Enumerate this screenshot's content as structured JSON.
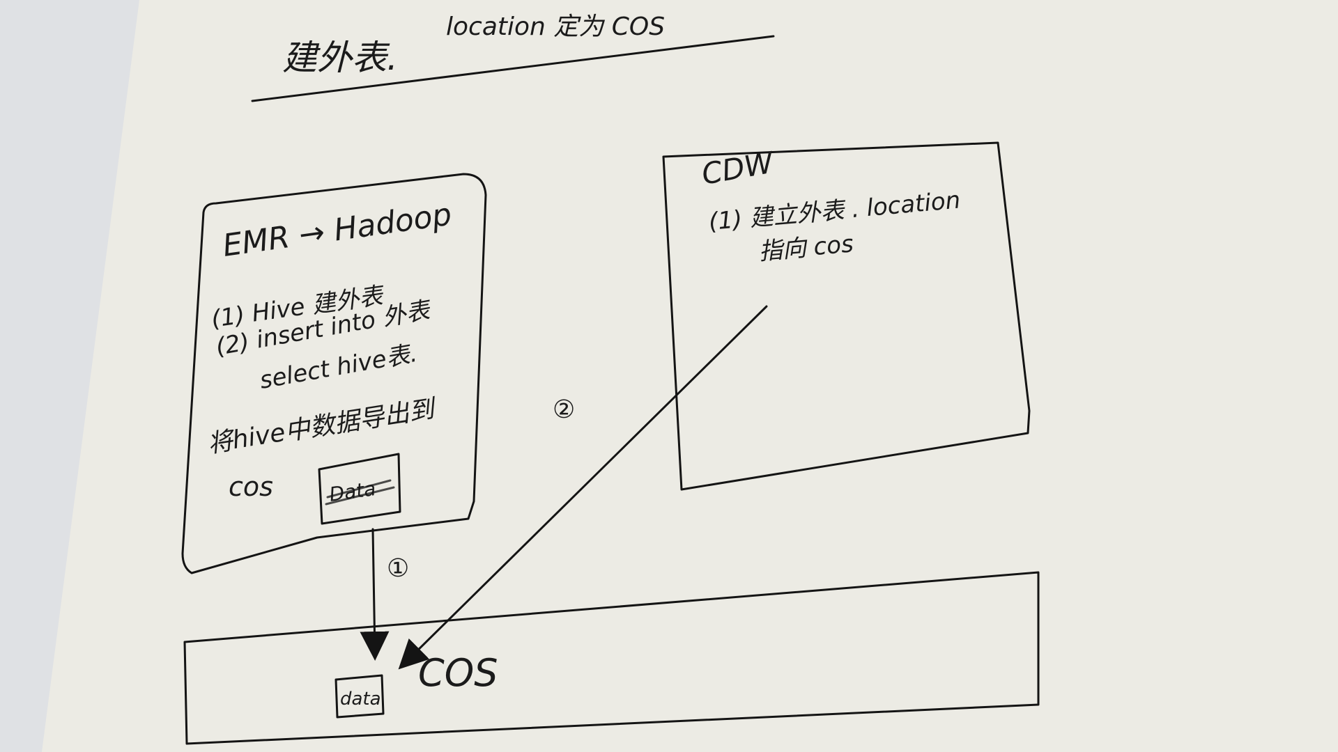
{
  "title": {
    "main": "建外表.",
    "note": "location 定为 COS"
  },
  "emr_box": {
    "heading": "EMR → Hadoop",
    "steps": [
      "(1) Hive 建外表",
      "(2) insert into 外表",
      "select hive表."
    ],
    "export_line": "将hive中数据导出到",
    "target": "cos",
    "data_label": "Data"
  },
  "cdw_box": {
    "heading": "CDW",
    "step_line1": "(1) 建立外表 . location",
    "step_line2": "指向 cos"
  },
  "arrows": [
    {
      "marker": "①",
      "from": "EMR Data",
      "to": "COS"
    },
    {
      "marker": "②",
      "from": "CDW",
      "to": "COS"
    }
  ],
  "cos_box": {
    "label": "COS",
    "data_label": "data"
  }
}
